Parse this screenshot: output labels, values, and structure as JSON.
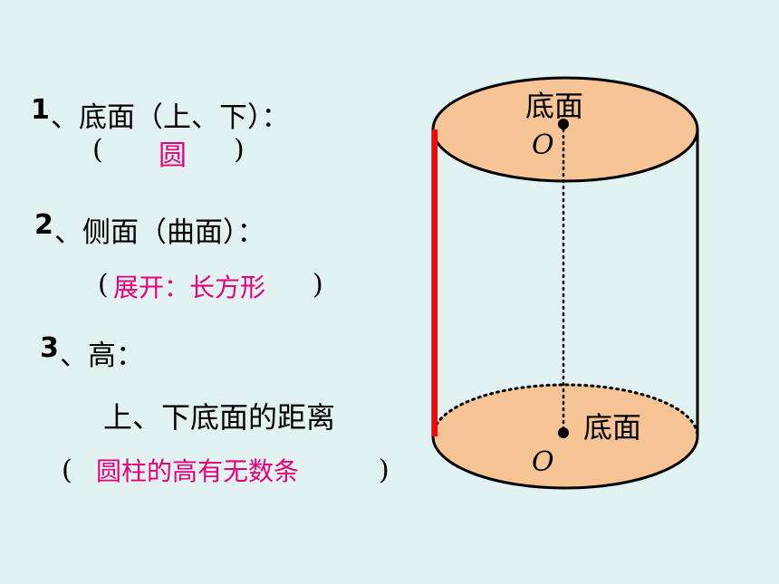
{
  "items": [
    {
      "number": "1",
      "title": "、底面（上、下）：",
      "open": "(",
      "answer": "圆",
      "close": ")"
    },
    {
      "number": "2",
      "title": "、侧面（曲面）：",
      "open": "(",
      "answer": "展开：长方形",
      "close": ")"
    },
    {
      "number": "3",
      "title": "、高：",
      "description": "上、下底面的距离",
      "open": "(",
      "answer": "圆柱的高有无数条",
      "close": ")"
    }
  ],
  "diagram": {
    "top_label": "底面",
    "bottom_label": "底面",
    "center_top": "O",
    "center_bottom": "O"
  },
  "colors": {
    "background": "#e2f1f1",
    "face_fill": "#f6c495",
    "answer": "#e6007a",
    "height_line": "#ff0000"
  }
}
